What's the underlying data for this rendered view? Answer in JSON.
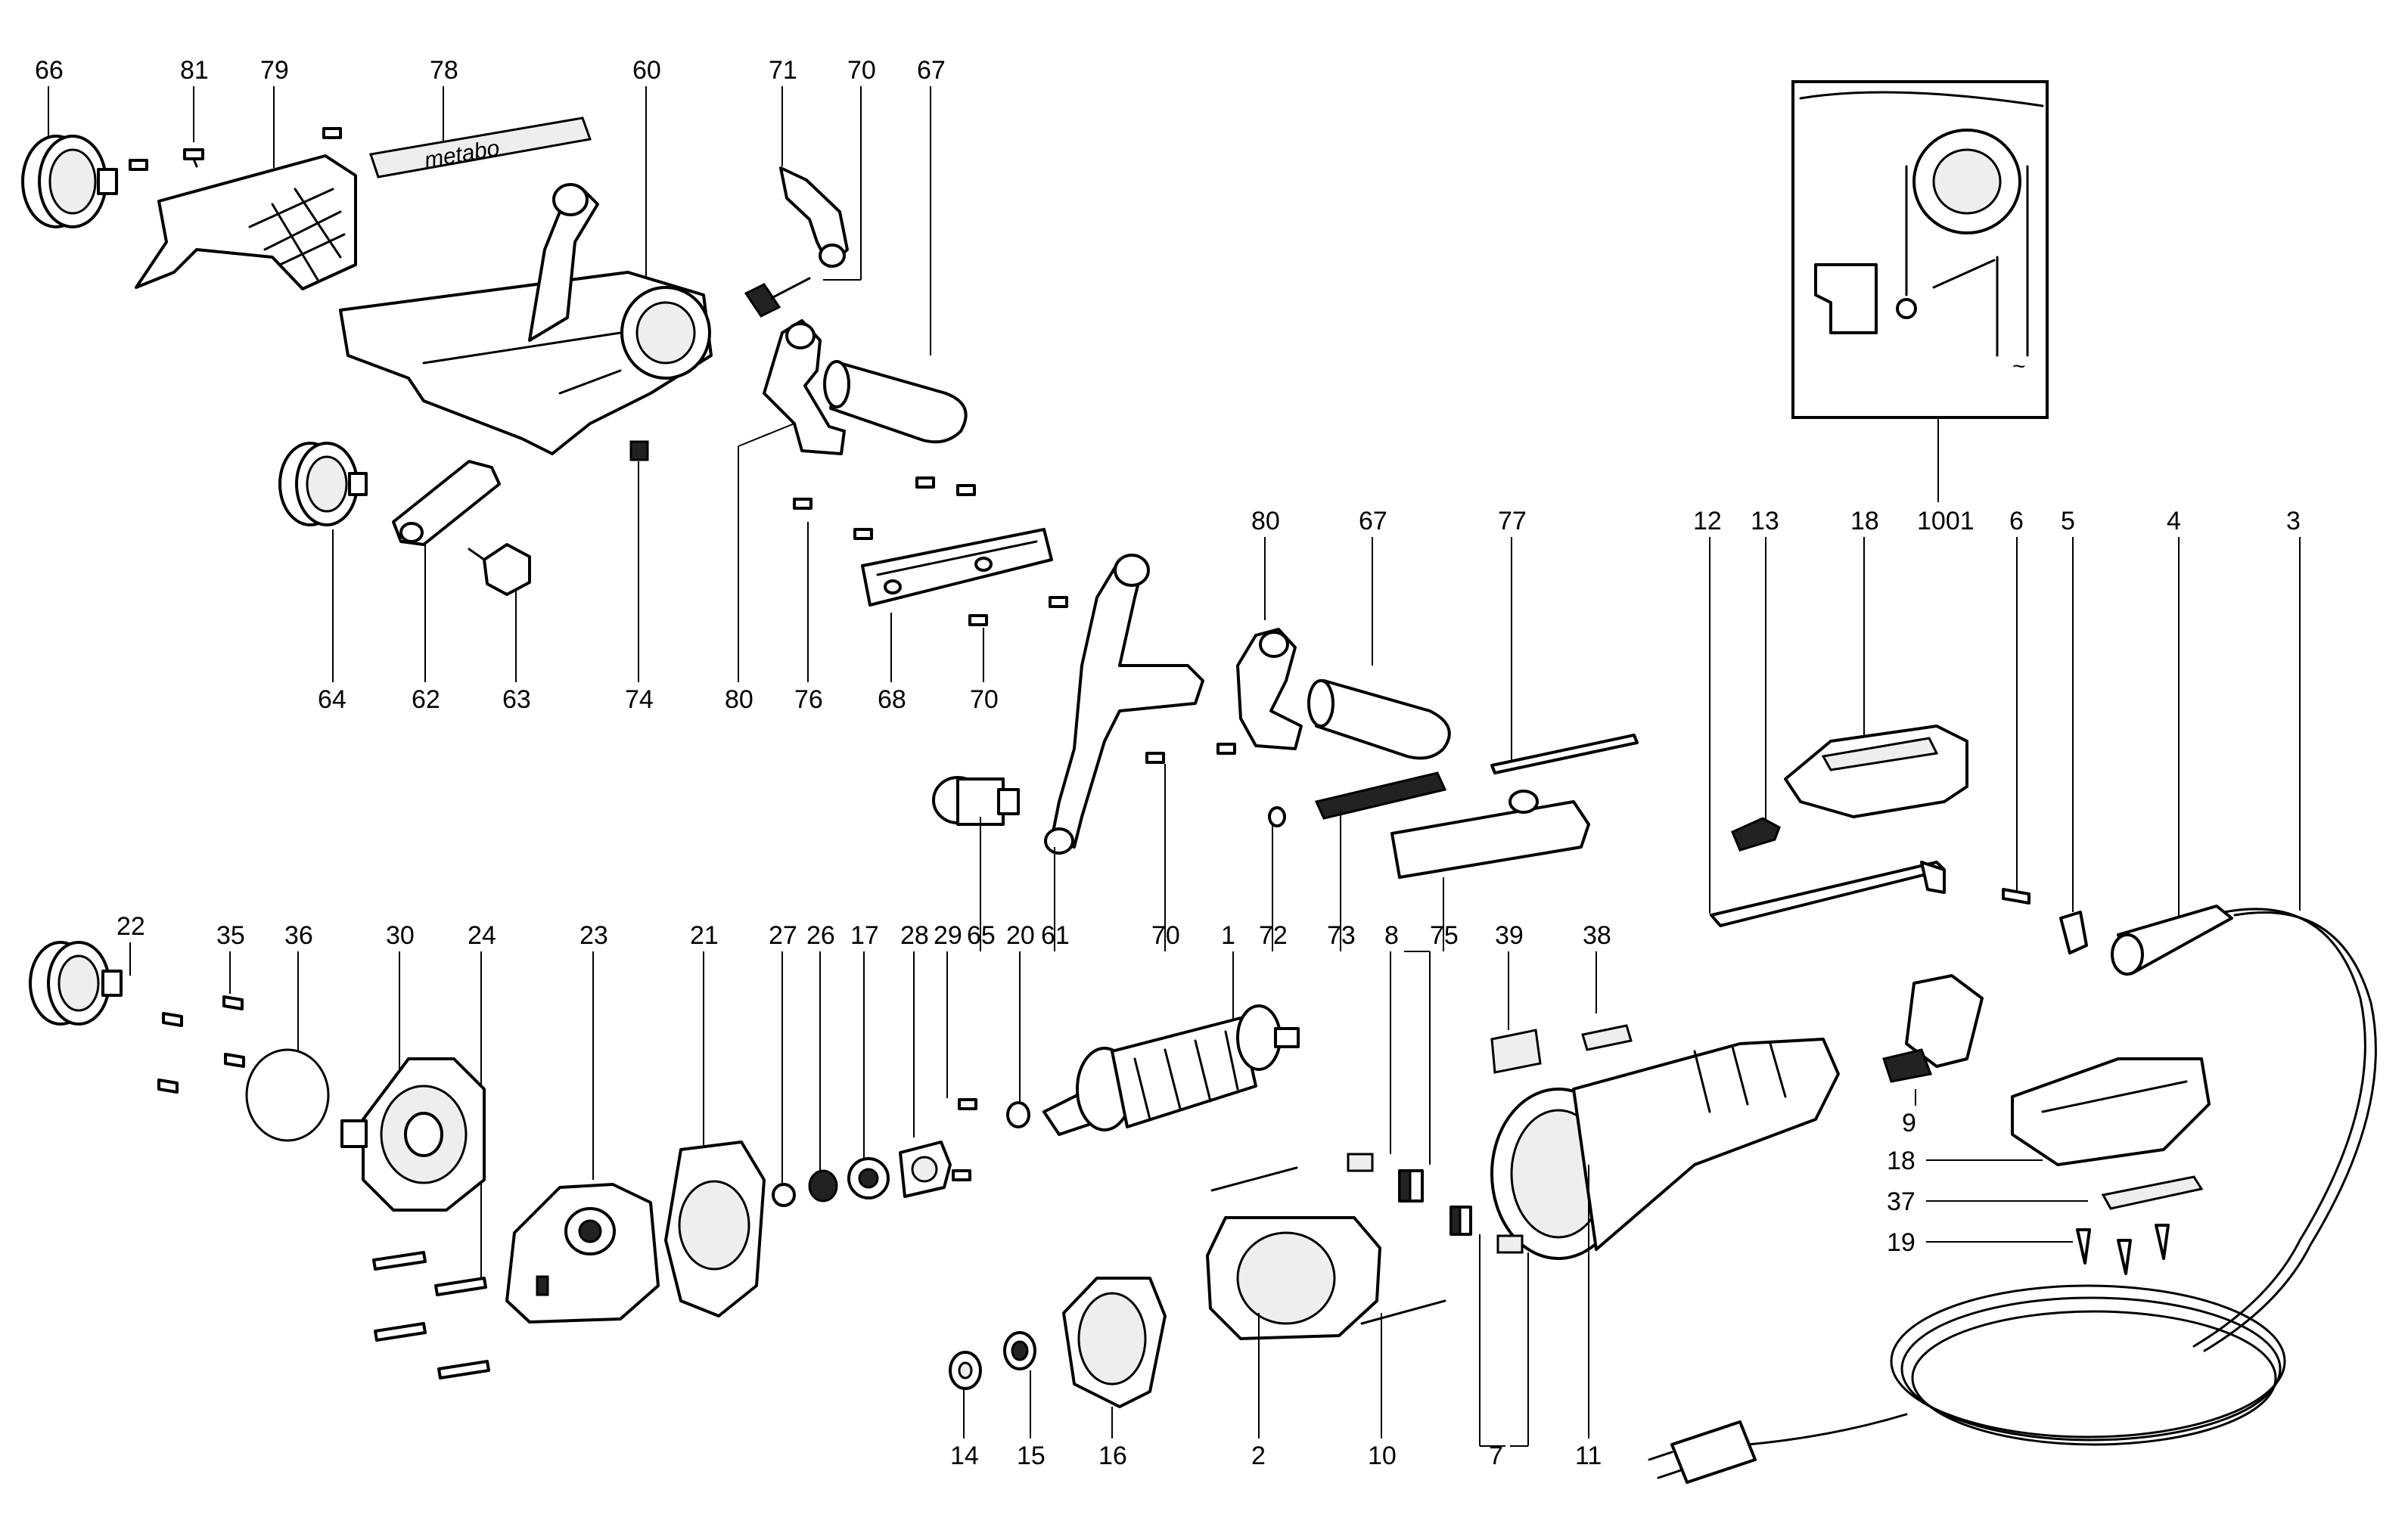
{
  "callouts": {
    "c66": "66",
    "c81": "81",
    "c79": "79",
    "c78": "78",
    "c60": "60",
    "c71": "71",
    "c70a": "70",
    "c67a": "67",
    "c64": "64",
    "c62": "62",
    "c63": "63",
    "c74": "74",
    "c80a": "80",
    "c76": "76",
    "c68": "68",
    "c70b": "70",
    "c80b": "80",
    "c67b": "67",
    "c77": "77",
    "c12": "12",
    "c13": "13",
    "c18a": "18",
    "c1001": "1001",
    "c6": "6",
    "c5": "5",
    "c4": "4",
    "c3": "3",
    "c22": "22",
    "c35": "35",
    "c36": "36",
    "c30": "30",
    "c24": "24",
    "c23": "23",
    "c21": "21",
    "c27": "27",
    "c26": "26",
    "c17": "17",
    "c28": "28",
    "c29": "29",
    "c20": "20",
    "c65": "65",
    "c61": "61",
    "c70c": "70",
    "c1": "1",
    "c72": "72",
    "c73": "73",
    "c8": "8",
    "c75": "75",
    "c39": "39",
    "c38": "38",
    "c9": "9",
    "c18b": "18",
    "c37": "37",
    "c19": "19",
    "c14": "14",
    "c15": "15",
    "c16": "16",
    "c2": "2",
    "c10": "10",
    "c7": "7",
    "c11": "11"
  },
  "logo_text": "metabo"
}
